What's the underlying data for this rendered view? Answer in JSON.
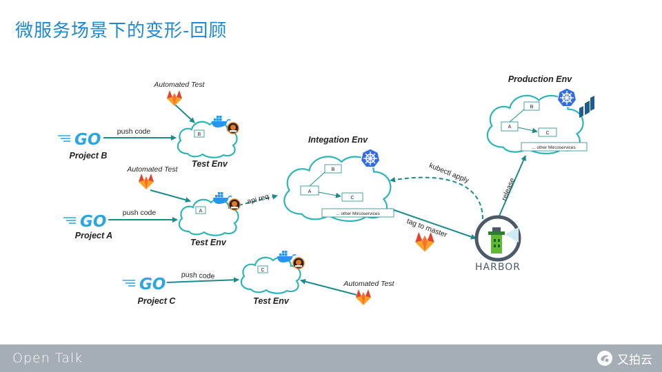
{
  "title": "微服务场景下的变形-回顾",
  "footer": {
    "brand": "Open Talk",
    "logo_text": "又拍云"
  },
  "projects": [
    {
      "name": "Project B",
      "go": "GO",
      "push": "push code"
    },
    {
      "name": "Project A",
      "go": "GO",
      "push": "push code"
    },
    {
      "name": "Project C",
      "go": "GO",
      "push": "push code"
    }
  ],
  "test_envs": [
    {
      "name": "Test Env",
      "service": "B",
      "automated": "Automated Test"
    },
    {
      "name": "Test Env",
      "service": "A",
      "automated": "Automated Test"
    },
    {
      "name": "Test Env",
      "service": "C",
      "automated": "Automated Test"
    }
  ],
  "integration": {
    "name": "Integation Env",
    "services": [
      "A",
      "B",
      "C"
    ],
    "others": "... other Mircoservices"
  },
  "production": {
    "name": "Production Env",
    "services": [
      "A",
      "B",
      "C"
    ],
    "others": "... other Mircoservices"
  },
  "edges": {
    "api_req": "api req",
    "kubectl": "kubectl apply",
    "tag_to_master": "tag to master",
    "release": "release"
  },
  "harbor": {
    "name": "HARBOR"
  },
  "colors": {
    "teal": "#1a8a8a",
    "title_blue": "#1e88d2",
    "go_blue": "#29a8e0",
    "k8s_blue": "#326ce5",
    "gitlab_orange": "#e2432a",
    "footer": "#a6aeb5"
  }
}
